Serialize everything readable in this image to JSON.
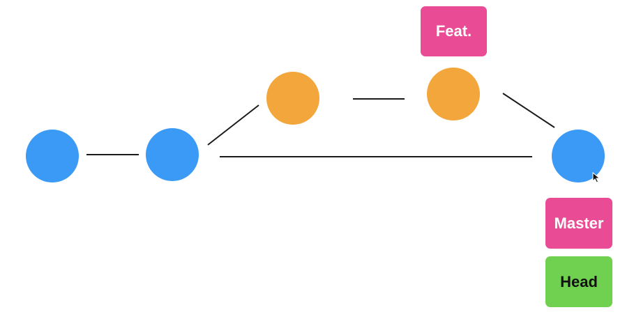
{
  "colors": {
    "master_commit": "#3c9af7",
    "feature_commit": "#f2a63b",
    "branch_tag": "#e94b95",
    "head_tag": "#70d04f",
    "edge": "#1a1a1a"
  },
  "commits": [
    {
      "id": "c1",
      "branch": "master"
    },
    {
      "id": "c2",
      "branch": "master"
    },
    {
      "id": "c3",
      "branch": "feature"
    },
    {
      "id": "c4",
      "branch": "feature"
    },
    {
      "id": "c5",
      "branch": "master"
    }
  ],
  "edges": [
    {
      "from": "c1",
      "to": "c2"
    },
    {
      "from": "c2",
      "to": "c3"
    },
    {
      "from": "c3",
      "to": "c4"
    },
    {
      "from": "c4",
      "to": "c5"
    },
    {
      "from": "c2",
      "to": "c5"
    }
  ],
  "labels": {
    "feature": "Feat.",
    "master": "Master",
    "head": "Head"
  },
  "cursor_icon": "mouse-pointer-icon"
}
